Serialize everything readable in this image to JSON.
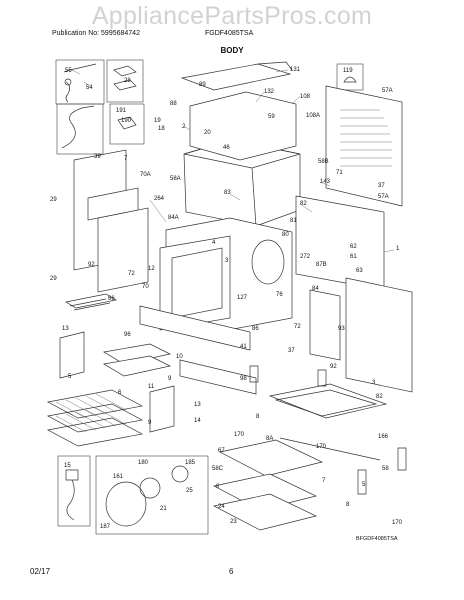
{
  "header": {
    "watermark": "AppliancePartsPros.com",
    "publication": "Publication No: 5995684742",
    "model": "FGDF4085TSA",
    "section": "BODY"
  },
  "footer": {
    "date": "02/17",
    "page": "6"
  },
  "diagram_code": "BFGDF4085TSA",
  "callouts": {
    "c55": "55",
    "c54": "54",
    "c28": "28",
    "c88": "88",
    "c89": "89",
    "c131": "131",
    "c119": "119",
    "c57A": "57A",
    "c132": "132",
    "c108": "108",
    "c108A": "108A",
    "c191": "191",
    "c190": "190",
    "c19": "19",
    "c18": "18",
    "c2": "2",
    "c59": "59",
    "c20": "20",
    "c46": "46",
    "c39": "39",
    "c58B": "58B",
    "c71": "71",
    "c143": "143",
    "c37": "37",
    "c57A2": "57A",
    "c70A": "70A",
    "c58A": "58A",
    "c83": "83",
    "c264": "264",
    "c84A": "84A",
    "c7": "7",
    "c29a": "29",
    "c29b": "29",
    "c92a": "92",
    "c72a": "72",
    "c82": "82",
    "c81": "81",
    "c80": "80",
    "c1": "1",
    "c4": "4",
    "c3a": "3",
    "c62": "62",
    "c61": "61",
    "c272": "272",
    "c87B": "87B",
    "c63": "63",
    "c12": "12",
    "c66": "66",
    "c70": "70",
    "c127": "127",
    "c76": "76",
    "c84": "84",
    "c13a": "13",
    "c96": "96",
    "c86": "86",
    "c41": "41",
    "c72b": "72",
    "c37b": "37",
    "c10": "10",
    "c9": "9",
    "c93": "93",
    "c92b": "92",
    "c3b": "3",
    "c98": "98",
    "c5": "5",
    "c11": "11",
    "c6": "6",
    "c13b": "13",
    "c14": "14",
    "c9b": "9",
    "c82b": "82",
    "c170a": "170",
    "c170b": "170",
    "c8a": "8",
    "c8A": "8A",
    "c166": "166",
    "c67": "67",
    "c58C": "58C",
    "c7b": "7",
    "c6b": "6",
    "c24": "24",
    "c23": "23",
    "c15": "15",
    "c161": "161",
    "c180": "180",
    "c185": "185",
    "c25": "25",
    "c21": "21",
    "c187": "187",
    "c58": "58",
    "c5b": "5",
    "c8b": "8",
    "c170c": "170"
  }
}
